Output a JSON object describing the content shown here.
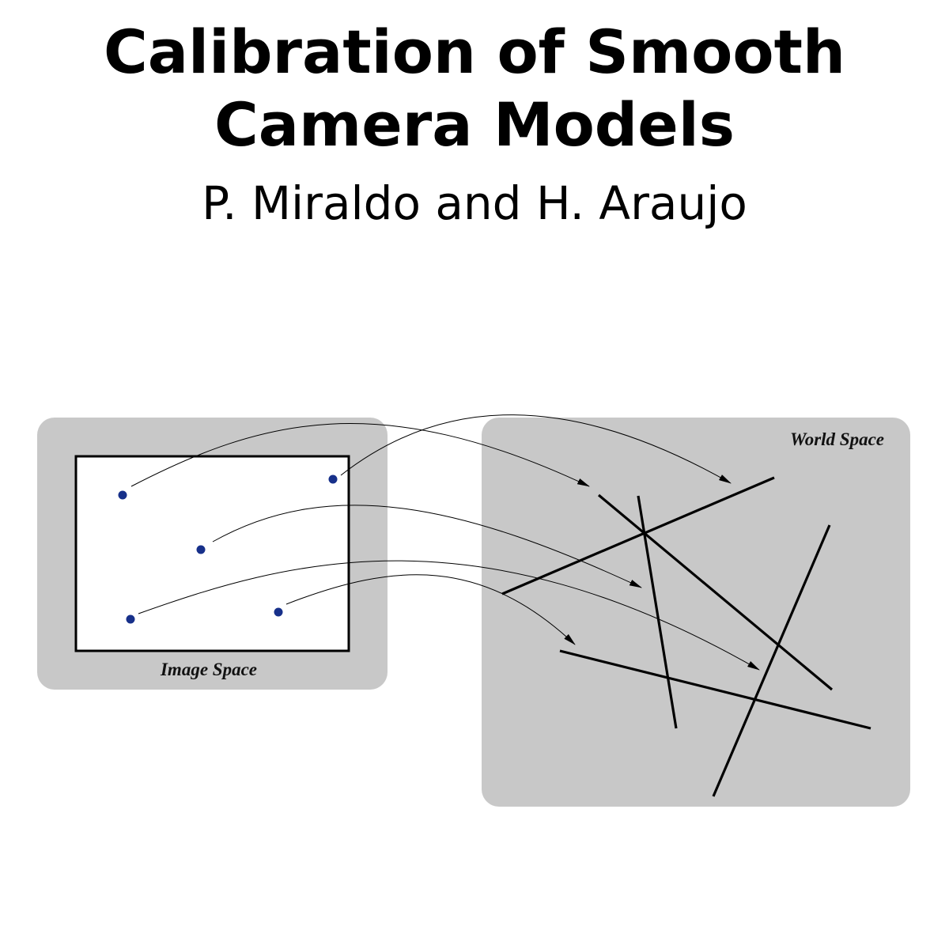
{
  "header": {
    "title_line1": "Calibration of Smooth",
    "title_line2": "Camera Models",
    "authors": "P. Miraldo and H. Araujo"
  },
  "diagram": {
    "image_space_label": "Image Space",
    "world_space_label": "World Space",
    "point_color": "#17308a",
    "panel_color": "#c8c8c8",
    "line_color": "#000000"
  }
}
